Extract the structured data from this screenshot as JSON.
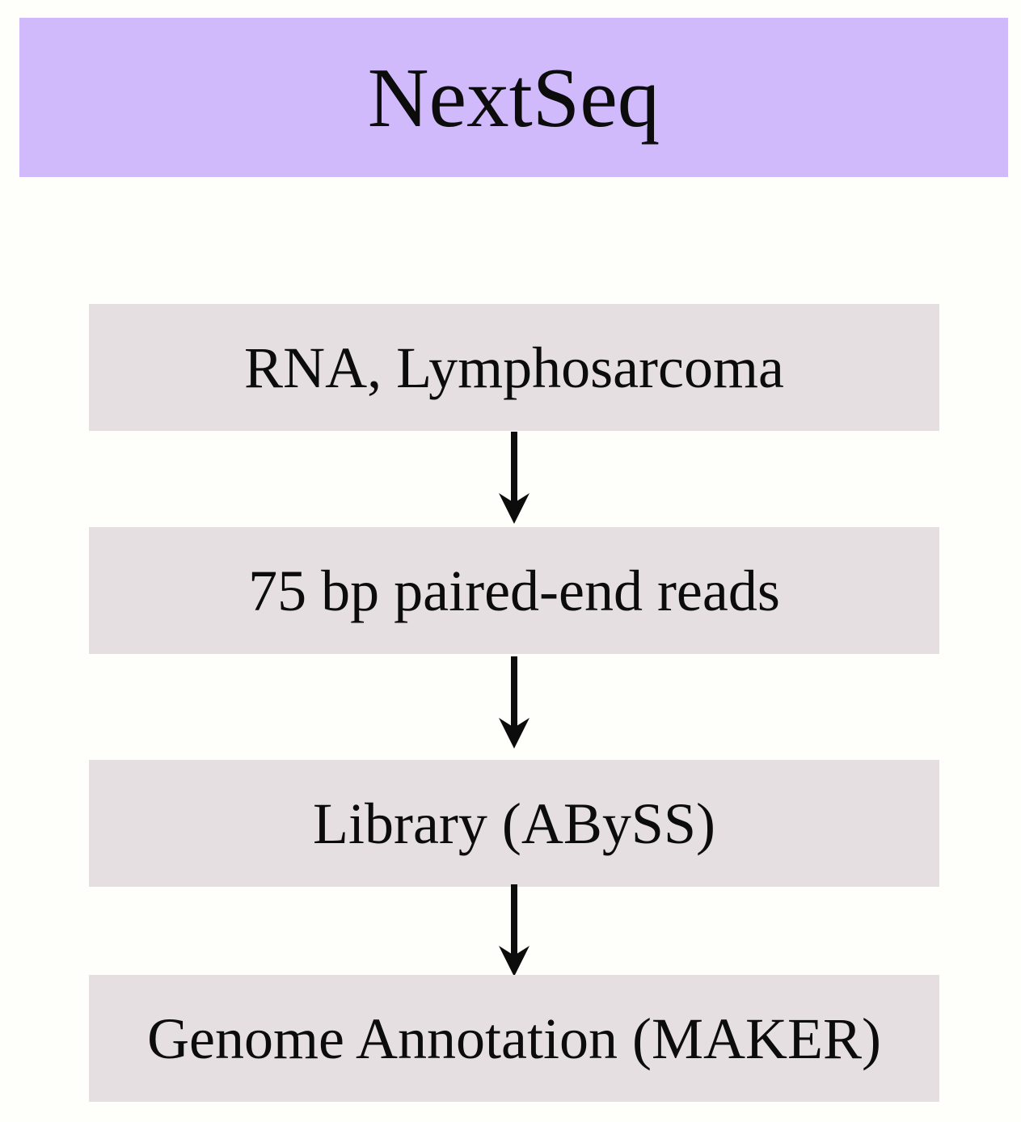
{
  "diagram": {
    "title": "NextSeq",
    "steps": [
      {
        "label": "RNA, Lymphosarcoma"
      },
      {
        "label": "75 bp paired-end reads"
      },
      {
        "label": "Library (ABySS)"
      },
      {
        "label": "Genome Annotation (MAKER)"
      }
    ],
    "arrow_icon": "down-arrow",
    "colors": {
      "header_bg": "#d0bafb",
      "step_bg": "#e6dfe1",
      "text": "#0c0c0c",
      "arrow": "#0c0c0c",
      "background": "#fefefb"
    }
  }
}
